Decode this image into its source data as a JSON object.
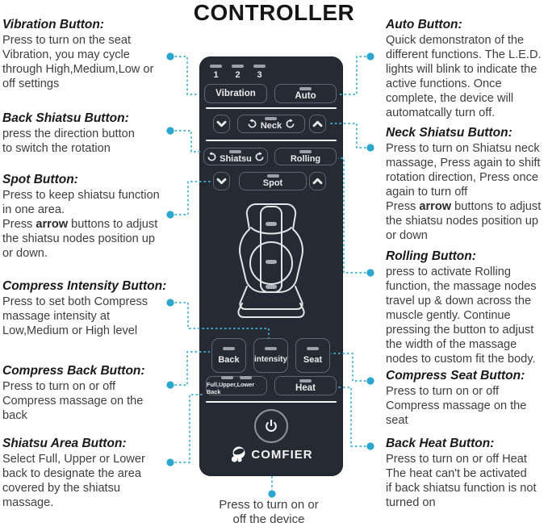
{
  "title": "CONTROLLER",
  "colors": {
    "accent": "#41b1d4",
    "remote_body": "#262b33",
    "led": "#9aa1a9"
  },
  "annotations": {
    "left": [
      {
        "heading": "Vibration Button:",
        "lines": [
          "Press to turn on the seat",
          "Vibration, you may cycle",
          "through High,Medium,Low or",
          "off settings"
        ]
      },
      {
        "heading": "Back Shiatsu Button:",
        "lines": [
          "press the direction button",
          "to switch the rotation"
        ]
      },
      {
        "heading": "Spot Button:",
        "lines": [
          "Press to keep shiatsu function",
          "in one area.",
          [
            "Press ",
            {
              "b": "arrow"
            },
            " buttons to adjust"
          ],
          "the shiatsu nodes position up",
          "or down."
        ]
      },
      {
        "heading": "Compress Intensity Button:",
        "lines": [
          "Press to set both Compress",
          "massage intensity at",
          "Low,Medium or High level"
        ]
      },
      {
        "heading": "Compress Back Button:",
        "lines": [
          "Press to turn on or off",
          "Compress massage on the",
          "back"
        ]
      },
      {
        "heading": "Shiatsu Area Button:",
        "lines": [
          "Select Full, Upper or Lower",
          "back to designate the area",
          "covered by the shiatsu",
          "massage."
        ]
      }
    ],
    "right": [
      {
        "heading": "Auto Button:",
        "lines": [
          "Quick demonstraton of the",
          "different functions. The L.E.D.",
          "lights will blink to indicate the",
          "active functions. Once",
          "complete, the device will",
          "automatcally turn off."
        ]
      },
      {
        "heading": "Neck Shiatsu Button:",
        "lines": [
          "Press to turn on Shiatsu neck",
          "massage, Press again to shift",
          "rotation direction, Press once",
          "again to turn off",
          [
            "Press ",
            {
              "b": "arrow"
            },
            " buttons to adjust"
          ],
          "the shiatsu nodes position up",
          "or down"
        ]
      },
      {
        "heading": "Rolling Button:",
        "lines": [
          "press to activate Rolling",
          "function, the massage nodes",
          "travel up & down across the",
          "muscle gently. Continue",
          "pressing the button to adjust",
          "the width of the massage",
          "nodes to custom fit the body."
        ]
      },
      {
        "heading": "Compress Seat Button:",
        "lines": [
          "Press to turn on or off",
          "Compress massage on the",
          "seat"
        ]
      },
      {
        "heading": "Back Heat Button:",
        "lines": [
          "Press to turn on or off Heat",
          "The heat can't be activated",
          "if back shiatsu function is not",
          "turned on"
        ]
      }
    ]
  },
  "remote": {
    "led_numbers": [
      "1",
      "2",
      "3"
    ],
    "vibration": "Vibration",
    "auto": "Auto",
    "neck": "Neck",
    "shiatsu": "Shiatsu",
    "rolling": "Rolling",
    "spot": "Spot",
    "back": "Back",
    "intensity": "intensity",
    "seat": "Seat",
    "area": "Full,Upper,Lower Back",
    "heat": "Heat",
    "brand": "COMFIER"
  },
  "footer": {
    "lines": [
      "Press to turn on or",
      "off the device"
    ]
  }
}
